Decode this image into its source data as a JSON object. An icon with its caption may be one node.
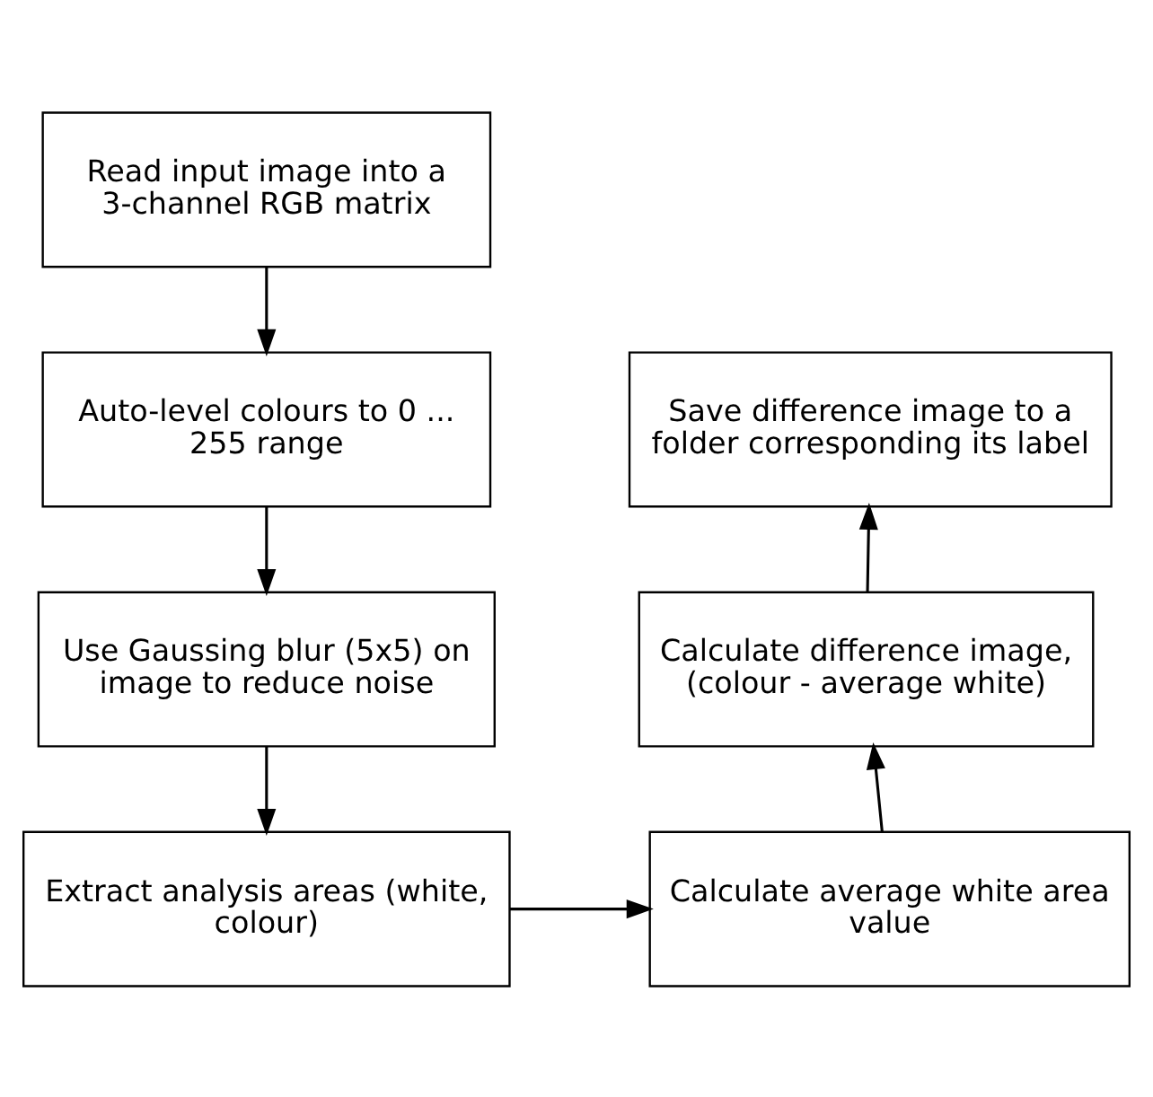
{
  "diagram": {
    "nodes": [
      {
        "text": [
          "Read input image into a 3-channel RGB matrix"
        ]
      },
      {
        "text": [
          "Auto-level colours to 0 ... 255 range"
        ]
      },
      {
        "text": [
          "Use Gaussing blur (5x5) on image to reduce noise"
        ]
      },
      {
        "text": [
          "Extract analysis areas (white, colour)"
        ]
      },
      {
        "text": [
          "Calculate average white area value"
        ]
      },
      {
        "text": [
          "Calculate difference image, (colour - average white)"
        ]
      },
      {
        "text": [
          "Save difference image to a folder corresponding its label"
        ]
      }
    ],
    "edges": [
      {
        "from": 0,
        "to": 1,
        "arrow": "to"
      },
      {
        "from": 1,
        "to": 2,
        "arrow": "to"
      },
      {
        "from": 2,
        "to": 3,
        "arrow": "to"
      },
      {
        "from": 3,
        "to": 4,
        "arrow": "to"
      },
      {
        "from": 4,
        "to": 5,
        "arrow": "to"
      },
      {
        "from": 5,
        "to": 6,
        "arrow": "to"
      }
    ]
  }
}
